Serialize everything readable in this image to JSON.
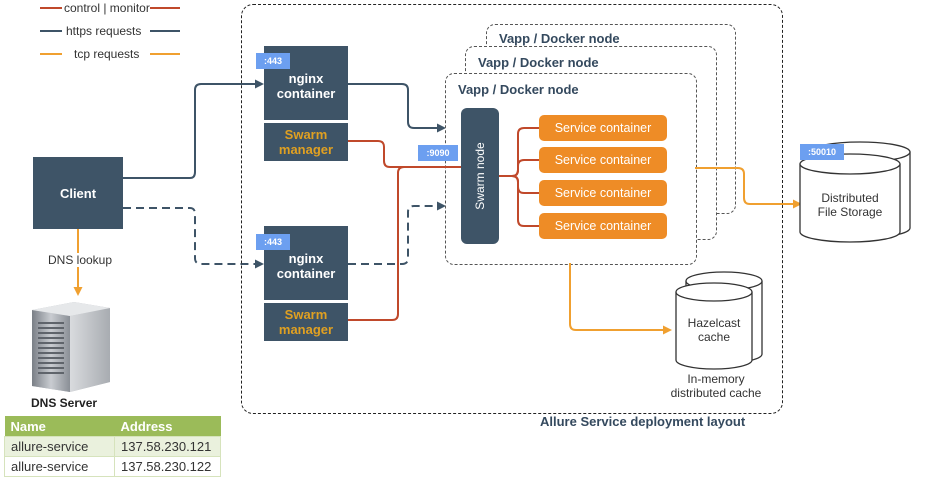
{
  "legend": {
    "control": "control | monitor",
    "https": "https requests",
    "tcp": "tcp requests"
  },
  "client": {
    "label": "Client"
  },
  "dns_lookup": "DNS lookup",
  "dns_server": {
    "label": "DNS Server"
  },
  "dns_table": {
    "headers": [
      "Name",
      "Address"
    ],
    "rows": [
      [
        "allure-service",
        "137.58.230.121"
      ],
      [
        "allure-service",
        "137.58.230.122"
      ]
    ]
  },
  "gateways": [
    {
      "port": ":443",
      "nginx": "nginx\ncontainer",
      "manager": "Swarm\nmanager"
    },
    {
      "port": ":443",
      "nginx": "nginx\ncontainer",
      "manager": "Swarm\nmanager"
    }
  ],
  "vapp_title": "Vapp / Docker node",
  "swarm_node": {
    "label": "Swarm node",
    "port": ":9090"
  },
  "services": [
    "Service container",
    "Service container",
    "Service container",
    "Service container"
  ],
  "storage": {
    "port": ":50010",
    "label": "Distributed\nFile Storage"
  },
  "cache": {
    "label": "Hazelcast\ncache",
    "caption": "In-memory\ndistributed cache"
  },
  "layout_caption": "Allure Service deployment layout",
  "colors": {
    "control": "#c0492b",
    "https": "#3e5467",
    "tcp": "#f0a030",
    "node": "#3e5467",
    "service": "#ee8c26",
    "port": "#6c9ff0",
    "manager_text": "#e0a021",
    "table_header": "#9bbb59"
  }
}
